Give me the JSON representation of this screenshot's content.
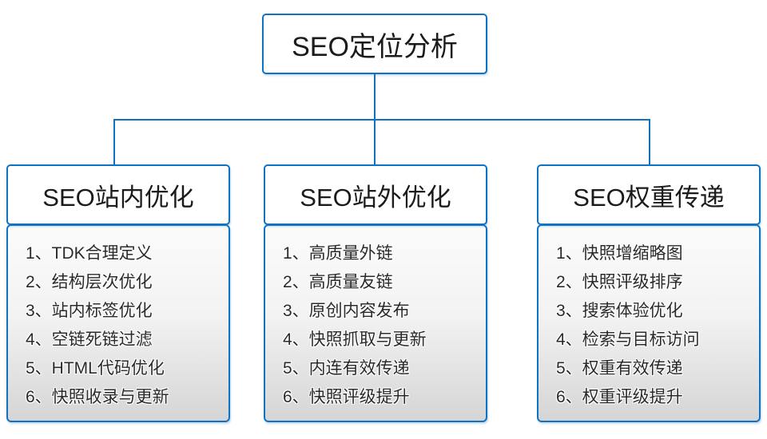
{
  "diagram": {
    "root": {
      "title": "SEO定位分析"
    },
    "branches": [
      {
        "title": "SEO站内优化",
        "items": [
          "1、TDK合理定义",
          "2、结构层次优化",
          "3、站内标签优化",
          "4、空链死链过滤",
          "5、HTML代码优化",
          "6、快照收录与更新"
        ]
      },
      {
        "title": "SEO站外优化",
        "items": [
          "1、高质量外链",
          "2、高质量友链",
          "3、原创内容发布",
          "4、快照抓取与更新",
          "5、内连有效传递",
          "6、快照评级提升"
        ]
      },
      {
        "title": "SEO权重传递",
        "items": [
          "1、快照增缩略图",
          "2、快照评级排序",
          "3、搜索体验优化",
          "4、检索与目标访问",
          "5、权重有效传递",
          "6、权重评级提升"
        ]
      }
    ],
    "colors": {
      "line": "#0f72c2",
      "box_border": "#0f72c2",
      "box_background": "#ffffff",
      "list_gradient_top": "#fbfbfb",
      "list_gradient_bottom": "#d5d5d5",
      "text": "#1b1b1b"
    }
  }
}
